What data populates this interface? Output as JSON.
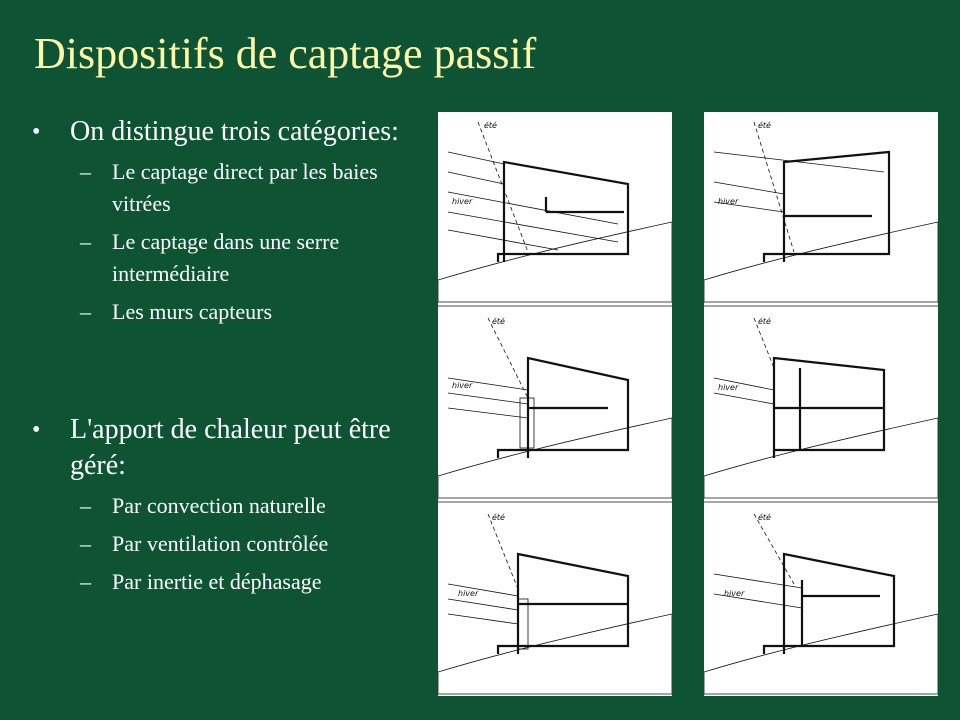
{
  "title": "Dispositifs de captage passif",
  "bullets": [
    {
      "text": "On distingue trois catégories:",
      "subs": [
        "Le captage direct par les baies vitrées",
        "Le captage dans une serre intermédiaire",
        "Les murs capteurs"
      ]
    },
    {
      "text": "L'apport de chaleur peut être géré:",
      "subs": [
        "Par convection naturelle",
        "Par ventilation contrôlée",
        "Par inertie et déphasage"
      ]
    }
  ],
  "diagram_labels": {
    "summer": "été",
    "winter": "hiver"
  },
  "colors": {
    "background": "#0e5434",
    "title": "#fff8a8",
    "text": "#ffffff"
  }
}
